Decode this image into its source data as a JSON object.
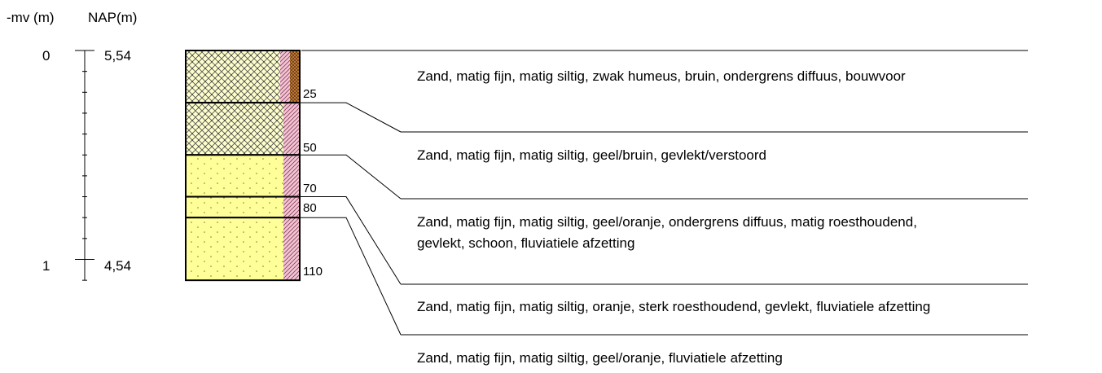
{
  "header": {
    "mv_label": "-mv (m)",
    "nap_label": "NAP(m)"
  },
  "axis": {
    "mv_ticks": [
      "0",
      "1"
    ],
    "nap_ticks": [
      "5,54",
      "4,54"
    ],
    "minor_tick_step_m": 0.1,
    "max_depth_m": 1.1
  },
  "layers": [
    {
      "top_cm": 0,
      "bottom_cm": 25,
      "bottom_label": "25",
      "main_pattern": "sand-humus-crosshatch",
      "side_patterns": [
        "silt-pink-crosshatch",
        "humus-brown-hatch"
      ],
      "description": [
        "Zand, matig fijn, matig siltig, zwak humeus, bruin, ondergrens diffuus, bouwvoor"
      ]
    },
    {
      "top_cm": 25,
      "bottom_cm": 50,
      "bottom_label": "50",
      "main_pattern": "sand-humus-crosshatch",
      "side_patterns": [
        "silt-pink-crosshatch"
      ],
      "description": [
        "Zand, matig fijn, matig siltig, geel/bruin, gevlekt/verstoord"
      ]
    },
    {
      "top_cm": 50,
      "bottom_cm": 70,
      "bottom_label": "70",
      "main_pattern": "sand-yellow-dots",
      "side_patterns": [
        "silt-pink-crosshatch"
      ],
      "description": [
        "Zand, matig fijn, matig siltig, geel/oranje, ondergrens diffuus, matig roesthoudend,",
        "gevlekt, schoon, fluviatiele afzetting"
      ]
    },
    {
      "top_cm": 70,
      "bottom_cm": 80,
      "bottom_label": "80",
      "main_pattern": "sand-yellow-dots",
      "side_patterns": [
        "silt-pink-crosshatch"
      ],
      "description": [
        "Zand, matig fijn, matig siltig, oranje, sterk roesthoudend, gevlekt, fluviatiele afzetting"
      ]
    },
    {
      "top_cm": 80,
      "bottom_cm": 110,
      "bottom_label": "110",
      "main_pattern": "sand-yellow-dots",
      "side_patterns": [
        "silt-pink-crosshatch"
      ],
      "description": [
        "Zand, matig fijn, matig siltig, geel/oranje, fluviatiele afzetting"
      ]
    }
  ],
  "colors": {
    "sand_yellow": "#ffff99",
    "humus_cream": "#ffffcc",
    "silt_pink": "#f2c6d6",
    "humus_brown": "#c8823c",
    "line": "#000000"
  }
}
